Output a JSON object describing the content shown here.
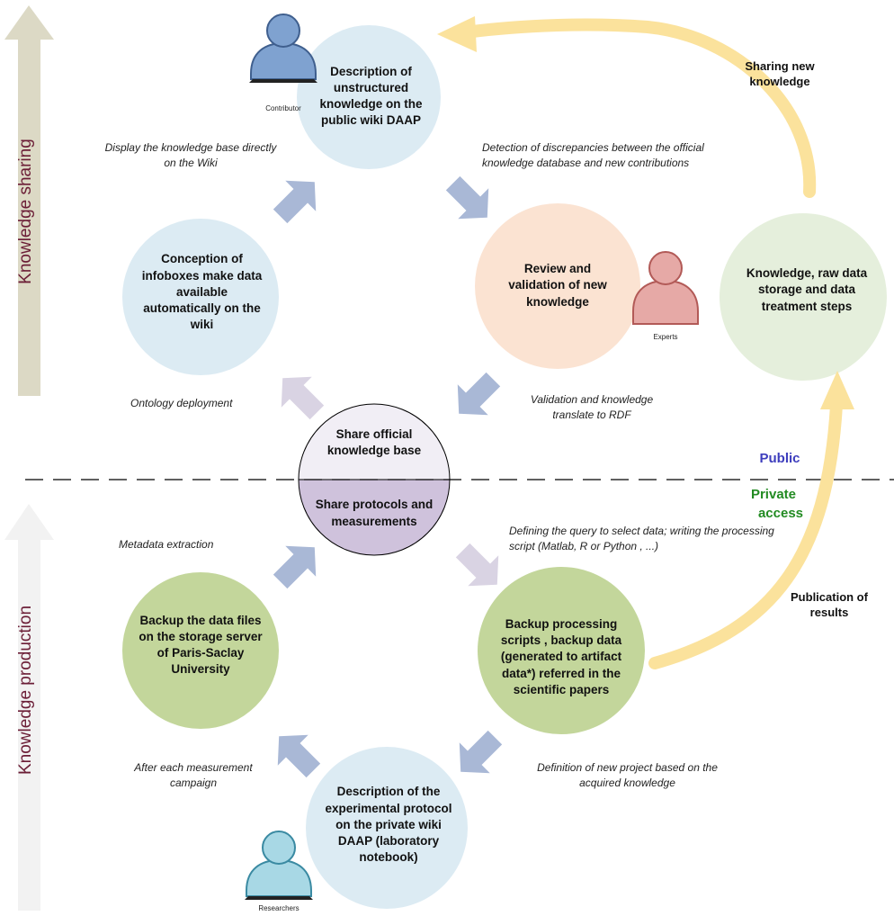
{
  "side_labels": {
    "top": "Knowledge  sharing",
    "bottom": "Knowledge production"
  },
  "zones": {
    "public": "Public",
    "private_line1": "Private",
    "private_line2": "access"
  },
  "nodes": {
    "wiki_public": "Description of unstructured knowledge on the public wiki DAAP",
    "infoboxes": "Conception of infoboxes make data available automatically on the wiki",
    "review": "Review and validation of new knowledge",
    "knowledge_storage": "Knowledge, raw data storage and data treatment steps",
    "share_official": "Share official knowledge base",
    "share_protocols": "Share protocols and measurements",
    "backup_files": "Backup the data files on the storage server of Paris-Saclay University",
    "backup_scripts": "Backup processing scripts , backup data (generated to artifact data*) referred in the scientific papers",
    "experimental_protocol": "Description of the experimental protocol  on the private wiki DAAP (laboratory notebook)"
  },
  "edge_labels": {
    "display_kb": "Display the knowledge base directly on the Wiki",
    "detection": "Detection of discrepancies between the official knowledge database and new contributions",
    "ontology": "Ontology deployment",
    "validation_rdf": "Validation and knowledge translate to RDF",
    "metadata": "Metadata extraction",
    "defining_query": "Defining the query to select  data; writing the processing script (Matlab, R or Python , ...)",
    "after_campaign": "After each measurement campaign",
    "new_project": "Definition of new project based on the acquired knowledge",
    "sharing_new": "Sharing new knowledge",
    "publication": "Publication of results"
  },
  "persons": {
    "contributor": "Contributor",
    "experts": "Experts",
    "researchers": "Researchers"
  },
  "colors": {
    "circle_blue": "#dcebf3",
    "circle_peach": "#fbe3d2",
    "circle_green_light": "#e5efdc",
    "circle_green": "#c3d69b",
    "circle_white": "#f1eef5",
    "circle_purple": "#cfc2dc",
    "arrow_blue": "#a9b8d6",
    "arrow_lilac": "#d9d3e3",
    "arrow_yellow": "#fbe29c",
    "side_top_arrow": "#dcd9c5",
    "side_bottom_arrow": "#f2f2f2",
    "public_text": "#3d3dbd",
    "private_text": "#228b22",
    "side_text": "#6b1d36"
  }
}
